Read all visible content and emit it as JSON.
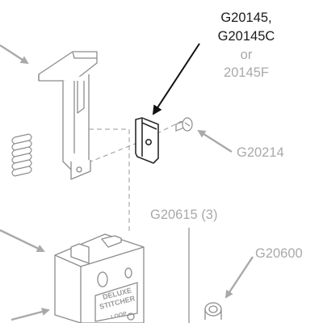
{
  "labels": {
    "primary_part_1": "G20145,",
    "primary_part_2": "G20145C",
    "or_text": "or",
    "alternate_part": "20145F",
    "screw_part": "G20214",
    "pin_part": "G20615 (3)",
    "bushing_part": "G20600"
  },
  "base_text": {
    "line1": "DELUXE",
    "line2": "STITCHER",
    "line3": "LOOP"
  },
  "colors": {
    "primary_ink": "#1a1a1a",
    "grey_ink": "#a9a9a9",
    "line_grey": "#8c8c8c",
    "background": "#ffffff"
  }
}
